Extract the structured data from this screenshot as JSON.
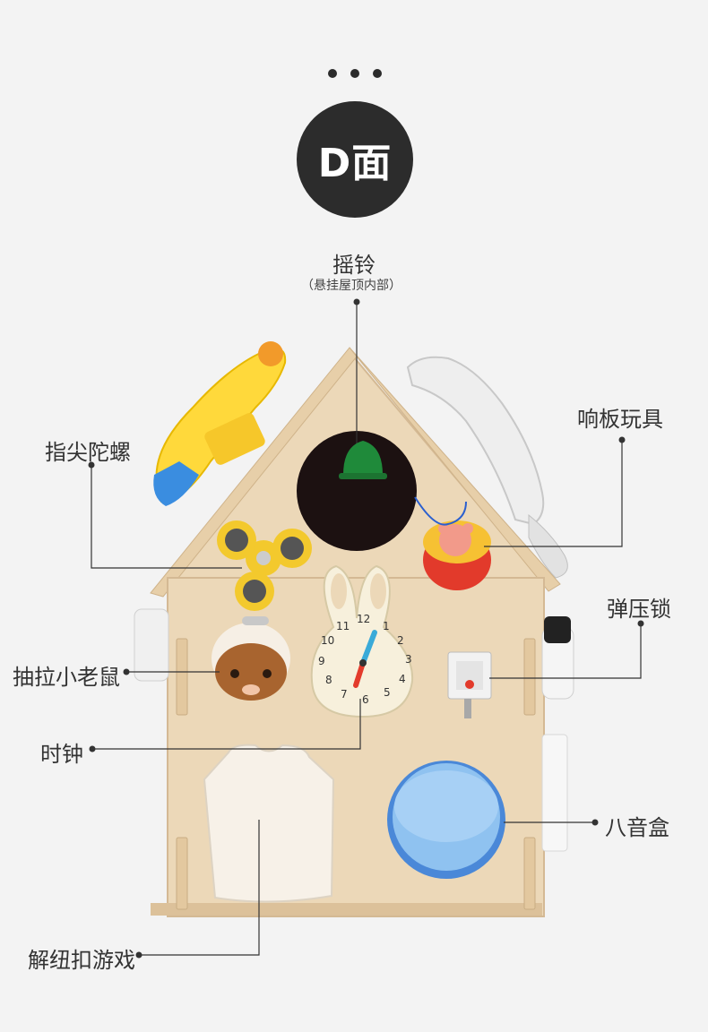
{
  "header": {
    "dots": 3,
    "face_label": "D面"
  },
  "callouts": {
    "bell": {
      "title": "摇铃",
      "note": "（悬挂屋顶内部）"
    },
    "castanet": "响板玩具",
    "spinner": "指尖陀螺",
    "latch": "弹压锁",
    "mouse": "抽拉小老鼠",
    "clock": "时钟",
    "music_box": "八音盒",
    "button_game": "解纽扣游戏"
  },
  "clock_face": {
    "numbers": [
      "12",
      "1",
      "2",
      "3",
      "4",
      "5",
      "6",
      "7",
      "8",
      "9",
      "10",
      "11"
    ]
  },
  "colors": {
    "background": "#f3f3f3",
    "badge": "#2c2c2c",
    "wood": "#ecd8b8",
    "text": "#333333"
  }
}
